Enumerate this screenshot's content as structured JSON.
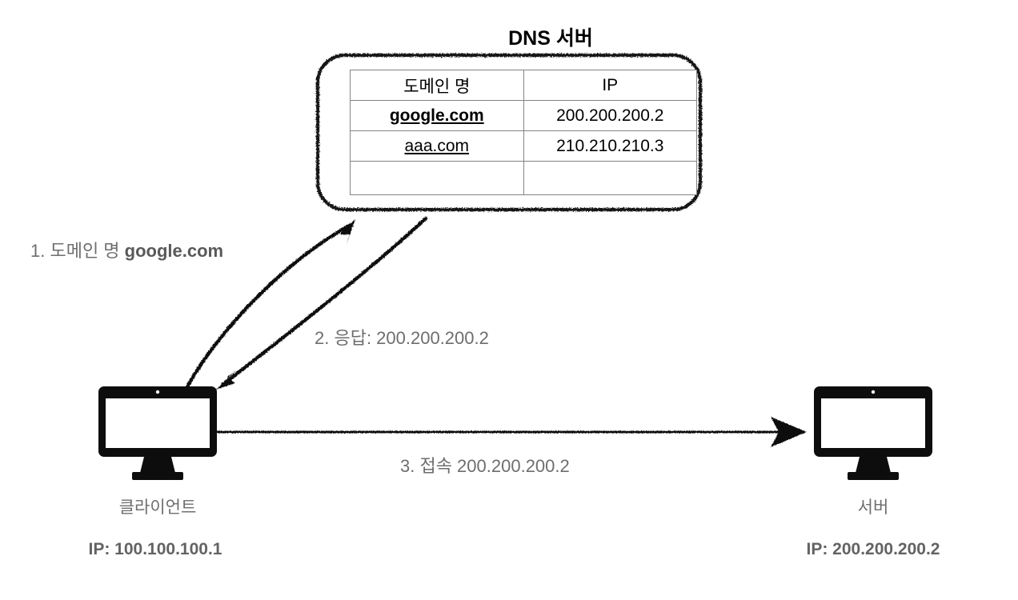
{
  "diagram": {
    "title": "DNS 서버",
    "dns_table": {
      "headers": [
        "도메인 명",
        "IP"
      ],
      "rows": [
        {
          "domain": "google.com",
          "ip": "200.200.200.2",
          "emphasis": "bold"
        },
        {
          "domain": "aaa.com",
          "ip": "210.210.210.3",
          "emphasis": "normal"
        },
        {
          "domain": "",
          "ip": "",
          "emphasis": "none"
        }
      ]
    },
    "steps": [
      {
        "id": "step1",
        "prefix": "1. 도메인 명 ",
        "strong": "google.com",
        "full": "1. 도메인 명 google.com"
      },
      {
        "id": "step2",
        "prefix": "2. 응답: 200.200.200.2",
        "strong": "",
        "full": "2. 응답: 200.200.200.2"
      },
      {
        "id": "step3",
        "prefix": "3. 접속 200.200.200.2",
        "strong": "",
        "full": "3. 접속 200.200.200.2"
      }
    ],
    "nodes": [
      {
        "id": "client",
        "caption": "클라이언트",
        "ip": "IP: 100.100.100.1",
        "icon": "desktop-monitor-icon"
      },
      {
        "id": "server",
        "caption": "서버",
        "ip": "IP: 200.200.200.2",
        "icon": "desktop-monitor-icon"
      }
    ],
    "colors": {
      "ink": "#000000",
      "label_gray": "#6e6e6e",
      "ip_gray": "#636363",
      "table_border": "#848484",
      "background": "#ffffff"
    }
  }
}
